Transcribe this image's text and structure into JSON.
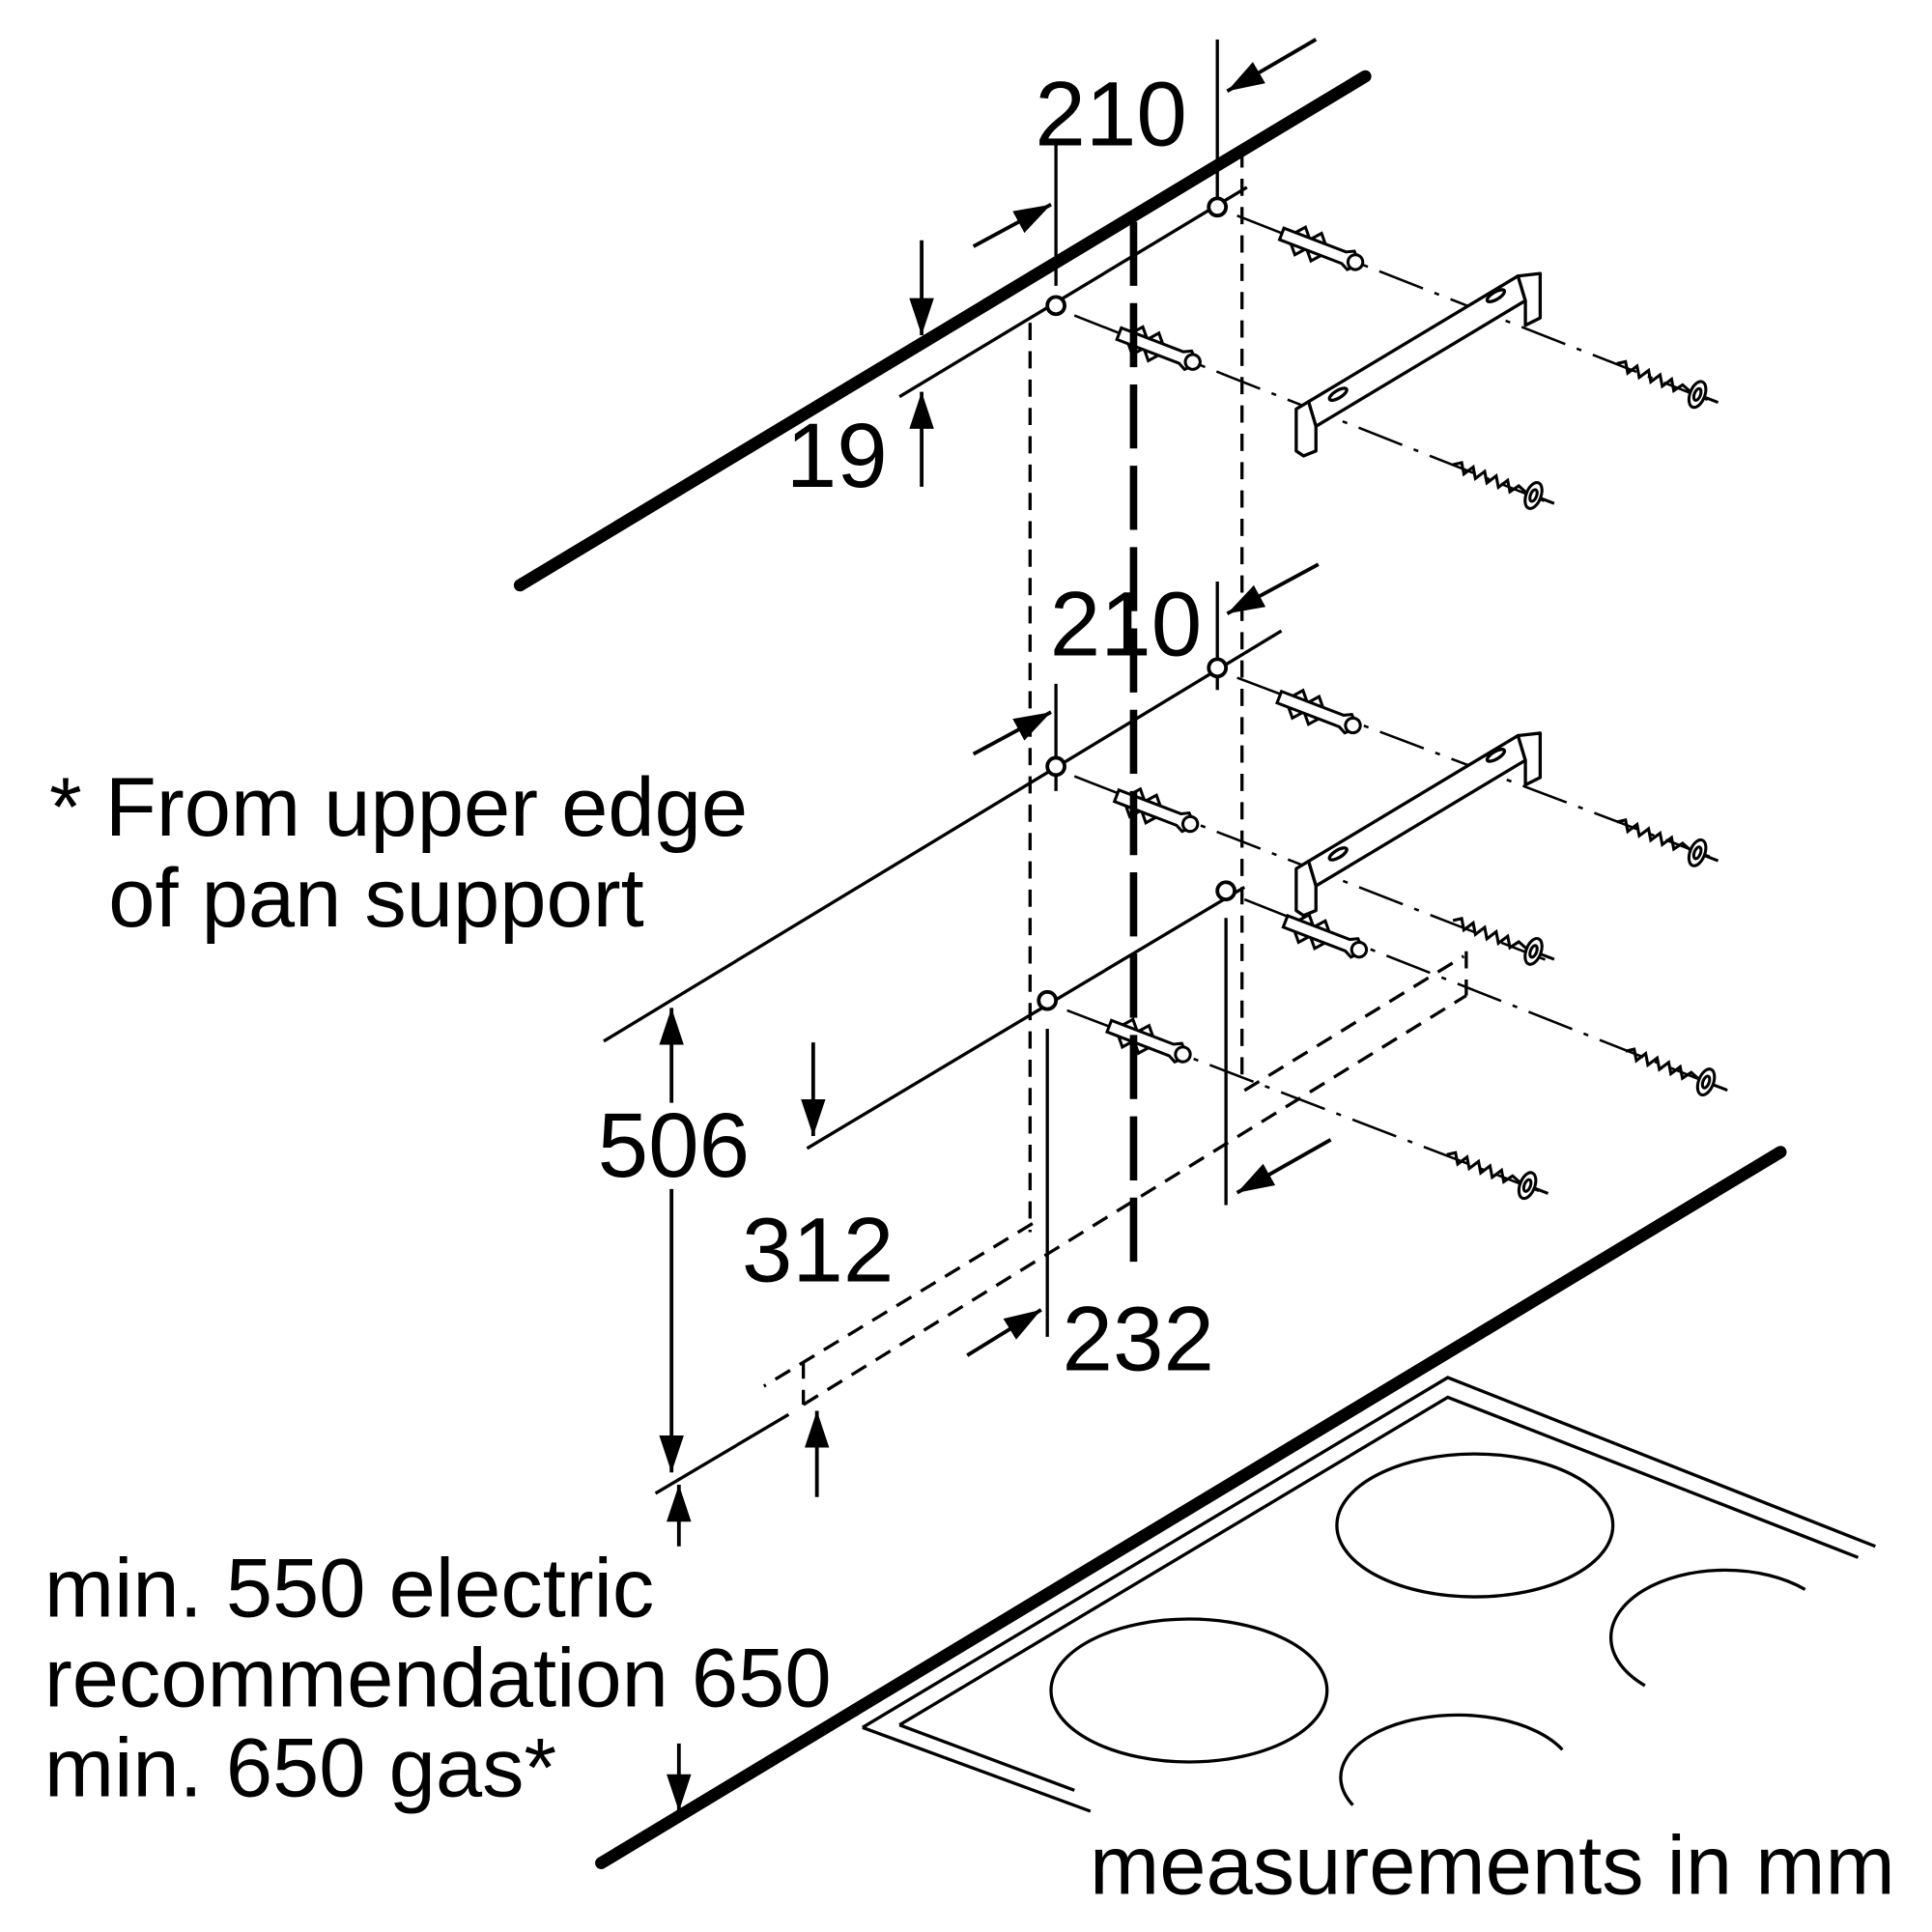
{
  "labels": {
    "top_spacing": "210",
    "top_offset": "19",
    "middle_spacing": "210",
    "footnote_line1": "* From upper edge",
    "footnote_line2": "of pan support",
    "height_506": "506",
    "height_312": "312",
    "spacing_232": "232",
    "clearance_line1": "min. 550 electric",
    "clearance_line2": "recommendation 650",
    "clearance_line3": "min. 650 gas*",
    "units_note": "measurements in mm"
  },
  "colors": {
    "ink": "#000000",
    "background": "#ffffff"
  }
}
